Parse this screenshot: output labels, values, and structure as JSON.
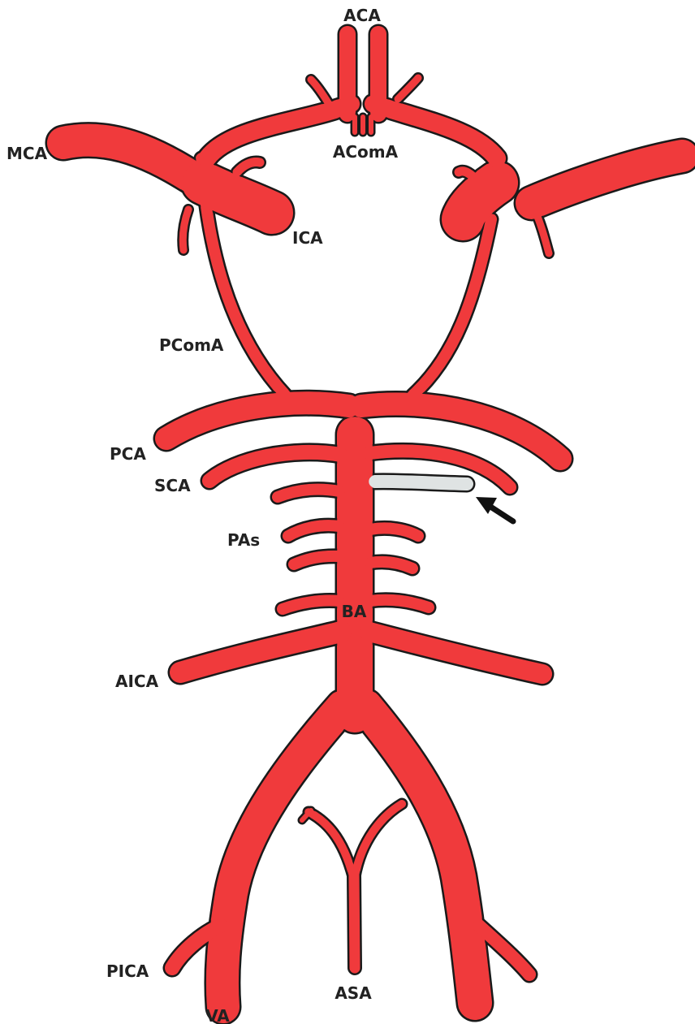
{
  "colors": {
    "artery": "#f03a3c",
    "outline": "#1a1a1a",
    "occlusion": "#dfe3e3",
    "arrow": "#111111",
    "label": "#222222"
  },
  "labels": {
    "aca": "ACA",
    "mca": "MCA",
    "acoma": "AComA",
    "ica": "ICA",
    "pcoma": "PComA",
    "pca": "PCA",
    "sca": "SCA",
    "pas": "PAs",
    "ba": "BA",
    "aica": "AICA",
    "pica": "PICA",
    "asa": "ASA",
    "va": "VA"
  },
  "icons": {
    "pointer": "arrow-icon"
  }
}
